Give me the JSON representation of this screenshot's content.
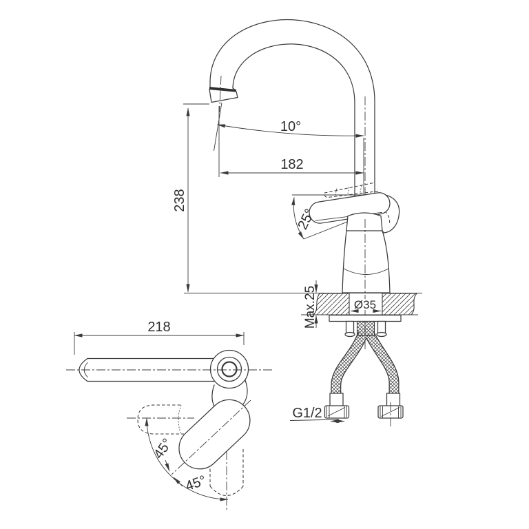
{
  "style": {
    "background": "#ffffff",
    "line_color": "#3a3a3a",
    "text_color": "#2e2e2e"
  },
  "front_view": {
    "spout_angle_label": "10°",
    "spout_reach_label": "182",
    "spout_height_label": "238",
    "deck_thickness_label": "Max.25",
    "mounting_hole_label": "Ø35",
    "handle_lift_angle_label": "25°",
    "thread_label": "G1/2"
  },
  "top_view": {
    "overall_length_label": "218",
    "swing_left_label": "45°",
    "swing_right_label": "45°"
  }
}
